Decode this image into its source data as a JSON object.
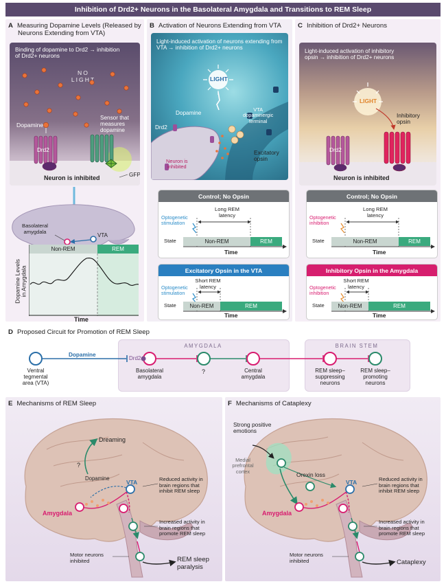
{
  "figure_title": "Inhibition of Drd2+ Neurons in the Basolateral Amygdala and Transitions to REM Sleep",
  "panel_a": {
    "letter": "A",
    "title_line1": "Measuring Dopamine Levels (Released by",
    "title_line2": "Neurons Extending from VTA)",
    "box_text_line1": "Binding of dopamine to Drd2 → inhibition",
    "box_text_line2": "of Drd2+ neurons",
    "no_light_line1": "NO",
    "no_light_line2": "LIGHT",
    "dopamine_label": "Dopamine",
    "sensor_line1": "Sensor that",
    "sensor_line2": "measures",
    "sensor_line3": "dopamine",
    "drd2_label": "Drd2",
    "gfp_label": "GFP",
    "neuron_status": "Neuron is inhibited",
    "vta_label": "VTA",
    "amygdala_line1": "Basolateral",
    "amygdala_line2": "amygdala",
    "chart_ylabel_line1": "Dopamine Levels",
    "chart_ylabel_line2": "in Amygdala",
    "chart_xlabel": "Time",
    "nonrem_label": "Non-REM",
    "rem_label": "REM"
  },
  "panel_b": {
    "letter": "B",
    "title": "Activation of Neurons Extending from VTA",
    "box_text_line1": "Light-induced activation of neurons extending from",
    "box_text_line2": "VTA → inhibition of Drd2+ neurons",
    "light_label": "LIGHT",
    "vta_line1": "VTA",
    "vta_line2": "dopaminergic",
    "vta_line3": "terminal",
    "dopamine_label": "Dopamine",
    "drd2_label": "Drd2",
    "neuron_line1": "Neuron is",
    "neuron_line2": "inhibited",
    "opsin_line1": "Excitatory",
    "opsin_line2": "opsin",
    "control": {
      "header": "Control; No Opsin",
      "latency_line1": "Long REM",
      "latency_line2": "latency",
      "stim_line1": "Optogenetic",
      "stim_line2": "stimulation",
      "state_label": "State",
      "nonrem": "Non-REM",
      "rem": "REM",
      "time_label": "Time"
    },
    "experimental": {
      "header": "Excitatory Opsin in the VTA",
      "latency_line1": "Short REM",
      "latency_line2": "latency",
      "stim_line1": "Optogenetic",
      "stim_line2": "stimulation",
      "state_label": "State",
      "nonrem": "Non-REM",
      "rem": "REM",
      "time_label": "Time"
    }
  },
  "panel_c": {
    "letter": "C",
    "title": "Inhibition of Drd2+ Neurons",
    "box_text_line1": "Light-induced activation of inhibitory",
    "box_text_line2": "opsin → inhibition of Drd2+ neurons",
    "light_label": "LIGHT",
    "opsin_line1": "Inhibitory",
    "opsin_line2": "opsin",
    "drd2_label": "Drd2",
    "neuron_status": "Neuron is inhibited",
    "control": {
      "header": "Control; No Opsin",
      "latency_line1": "Long REM",
      "latency_line2": "latency",
      "stim_line1": "Optogenetic",
      "stim_line2": "inhibition",
      "state_label": "State",
      "nonrem": "Non-REM",
      "rem": "REM",
      "time_label": "Time"
    },
    "experimental": {
      "header": "Inhibitory Opsin in the Amygdala",
      "latency_line1": "Short REM",
      "latency_line2": "latency",
      "stim_line1": "Optogenetic",
      "stim_line2": "inhibition",
      "state_label": "State",
      "nonrem": "Non-REM",
      "rem": "REM",
      "time_label": "Time"
    }
  },
  "panel_d": {
    "letter": "D",
    "title": "Proposed Circuit for Promotion of REM Sleep",
    "amygdala_group": "AMYGDALA",
    "brainstem_group": "BRAIN STEM",
    "dopamine_label": "Dopamine",
    "drd2_label": "Drd2",
    "question_mark": "?",
    "node1_line1": "Ventral",
    "node1_line2": "tegmental",
    "node1_line3": "area (VTA)",
    "node2_line1": "Basolateral",
    "node2_line2": "amygdala",
    "node4_line1": "Central",
    "node4_line2": "amygdala",
    "node5_line1": "REM sleep–",
    "node5_line2": "suppressing",
    "node5_line3": "neurons",
    "node6_line1": "REM sleep–",
    "node6_line2": "promoting",
    "node6_line3": "neurons"
  },
  "panel_e": {
    "letter": "E",
    "title": "Mechanisms of REM Sleep",
    "dreaming": "Dreaming",
    "question_mark": "?",
    "dopamine": "Dopamine",
    "vta": "VTA",
    "amygdala": "Amygdala",
    "reduced_line1": "Reduced activity in",
    "reduced_line2": "brain regions that",
    "reduced_line3": "inhibit REM sleep",
    "increased_line1": "Increased activity in",
    "increased_line2": "brain regions that",
    "increased_line3": "promote REM sleep",
    "motor_line1": "Motor neurons",
    "motor_line2": "inhibited",
    "outcome_line1": "REM sleep",
    "outcome_line2": "paralysis"
  },
  "panel_f": {
    "letter": "F",
    "title": "Mechanisms of Cataplexy",
    "emotions_line1": "Strong positive",
    "emotions_line2": "emotions",
    "mpfc_line1": "Medial",
    "mpfc_line2": "prefrontal",
    "mpfc_line3": "cortex",
    "orexin": "Orexin loss",
    "vta": "VTA",
    "amygdala": "Amygdala",
    "reduced_line1": "Reduced activity in",
    "reduced_line2": "brain regions that",
    "reduced_line3": "inhibit REM sleep",
    "increased_line1": "Increased activity in",
    "increased_line2": "brain regions that",
    "increased_line3": "promote REM sleep",
    "motor_line1": "Motor neurons",
    "motor_line2": "inhibited",
    "outcome": "Cataplexy"
  },
  "colors": {
    "title_bar": "#5a4a6e",
    "panel_bg": "#f4eef6",
    "inhibit_pink": "#d81b6f",
    "promote_green": "#2a8a6a",
    "vta_blue": "#2b6fa8",
    "control_header": "#6e7276",
    "excitatory_header": "#2a7fc0",
    "inhibitory_header": "#d61e6e",
    "rem_green": "#3aaa7e",
    "nonrem_gray": "#c9d6d0",
    "brain_fill": "#ddc2b6"
  }
}
